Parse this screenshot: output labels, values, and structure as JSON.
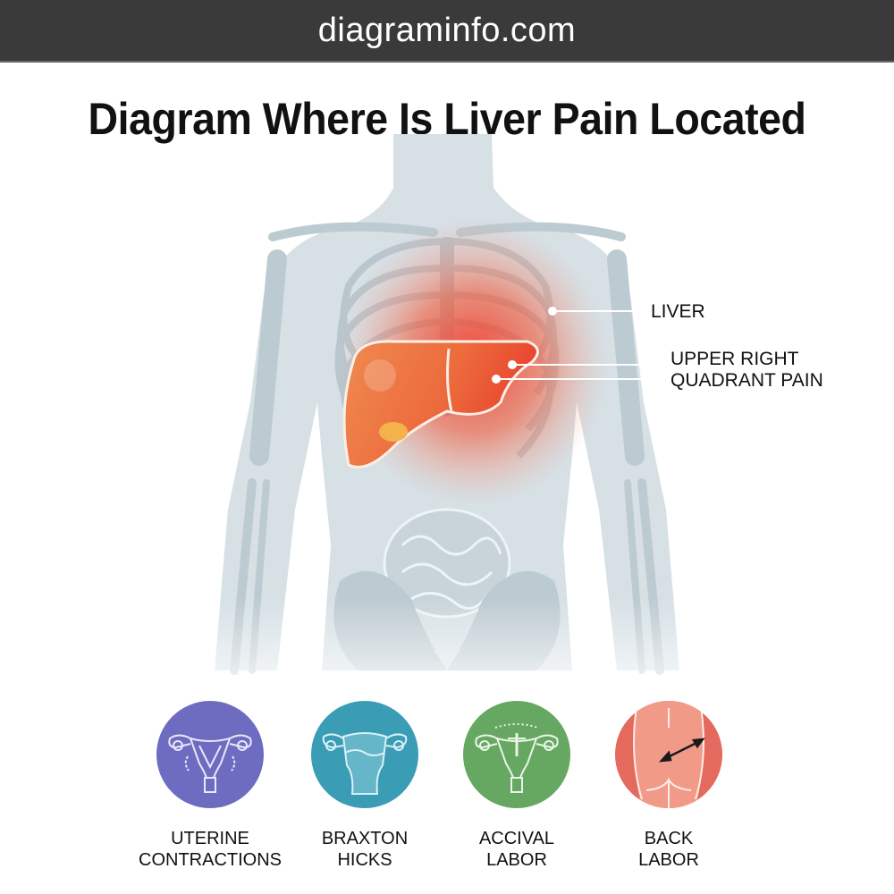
{
  "header": {
    "site_name": "diagraminfo.com"
  },
  "title": "Diagram Where Is Liver Pain Located",
  "figure": {
    "description": "Translucent human torso with skeleton, liver highlighted with red pain glow",
    "callouts": [
      {
        "id": "liver",
        "label": "LIVER"
      },
      {
        "id": "urq",
        "line1": "UPPER RIGHT",
        "line2": "QUADRANT PAIN"
      }
    ],
    "colors": {
      "body": "#d6e0e5",
      "bone": "#b9c7ce",
      "liver": "#ee7a45",
      "pain": "#f0392b",
      "gallbladder": "#f5b24a"
    }
  },
  "icons": [
    {
      "name": "uterine-contractions",
      "line1": "UTERINE",
      "line2": "CONTRACTIONS",
      "color": "#6e6cc0"
    },
    {
      "name": "braxton-hicks",
      "line1": "BRAXTON",
      "line2": "HICKS",
      "color": "#3b9db5"
    },
    {
      "name": "accival-labor",
      "line1": "ACCIVAL",
      "line2": "LABOR",
      "color": "#66a861"
    },
    {
      "name": "back-labor",
      "line1": "BACK",
      "line2": "LABOR",
      "color": "#e36a5c"
    }
  ]
}
